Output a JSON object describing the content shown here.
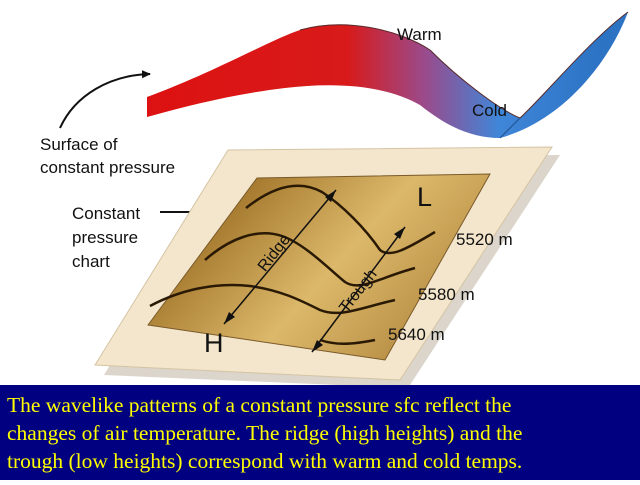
{
  "labels": {
    "warm": "Warm",
    "cold": "Cold",
    "surface_line1": "Surface of",
    "surface_line2": "constant pressure",
    "chart_line1": "Constant",
    "chart_line2": "pressure",
    "chart_line3": "chart",
    "ridge": "Ridge",
    "trough": "Trough",
    "high": "H",
    "low": "L",
    "contour_5520": "5520 m",
    "contour_5580": "5580 m",
    "contour_5640": "5640 m"
  },
  "caption": {
    "line1": "The wavelike patterns of a constant pressure sfc reflect the",
    "line2": "changes of air temperature. The ridge (high heights) and the",
    "line3": "trough (low heights) correspond with warm and cold temps."
  },
  "colors": {
    "warm": "#dd1111",
    "cold": "#3f86d8",
    "caption_bg": "#000080",
    "caption_text": "#ffff00",
    "paper": "#f3e6cc",
    "chart_light": "#dcb86a",
    "chart_dark": "#a3772c"
  }
}
